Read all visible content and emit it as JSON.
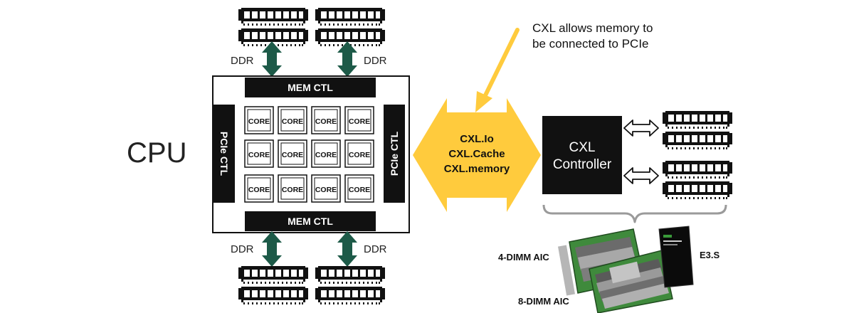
{
  "cpu": {
    "label": "CPU",
    "mem_ctl_top": "MEM CTL",
    "mem_ctl_bottom": "MEM CTL",
    "pcie_ctl_left": "PCIe CTL",
    "pcie_ctl_right": "PCIe CTL",
    "cores": [
      "CORE",
      "CORE",
      "CORE",
      "CORE",
      "CORE",
      "CORE",
      "CORE",
      "CORE",
      "CORE",
      "CORE",
      "CORE",
      "CORE"
    ]
  },
  "ddr_labels": [
    "DDR",
    "DDR",
    "DDR",
    "DDR"
  ],
  "cxl_arrow": {
    "protocols": [
      "CXL.Io",
      "CXL.Cache",
      "CXL.memory"
    ],
    "fill_color": "#ffcb3d"
  },
  "callout": {
    "lines": [
      "CXL allows memory to",
      "be connected to PCIe"
    ],
    "arrow_color": "#ffcb3d"
  },
  "controller": {
    "lines": [
      "CXL",
      "Controller"
    ]
  },
  "products": {
    "aic4_label": "4-DIMM AIC",
    "aic8_label": "8-DIMM AIC",
    "e3s_label": "E3.S"
  },
  "colors": {
    "ddr_arrow": "#1d5a48",
    "dark": "#111111",
    "pcb_green": "#3f8a3c"
  }
}
